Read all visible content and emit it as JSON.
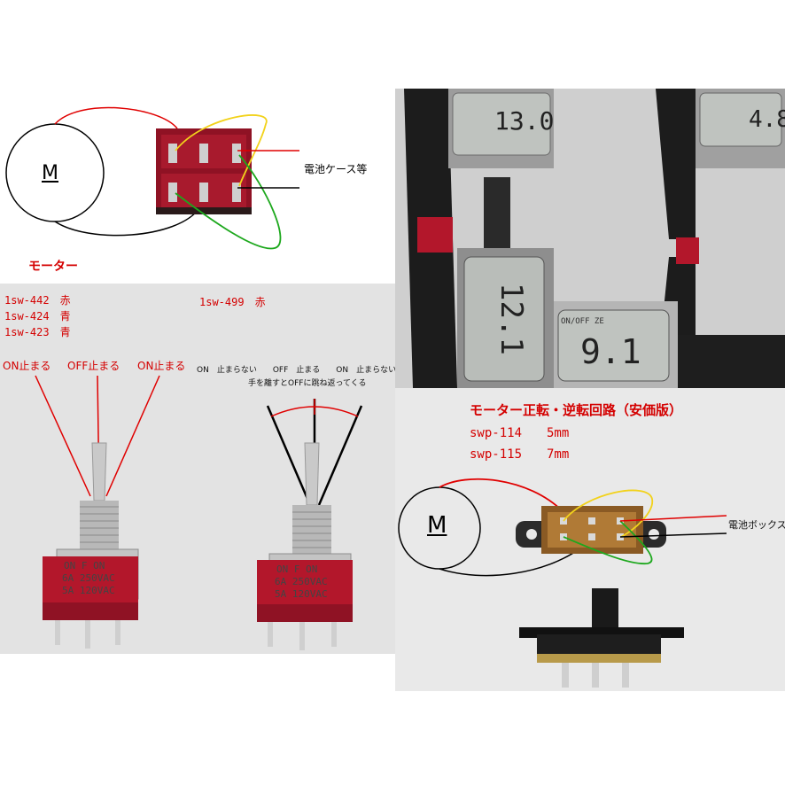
{
  "top_left": {
    "motor_label": "M",
    "battery_label": "電池ケース等",
    "motor_caption": "モーター"
  },
  "left_panel": {
    "line1": "1sw-442　赤",
    "line2": "1sw-424　青",
    "line3": "1sw-423　青",
    "pos_on_left": "ON止まる",
    "pos_off": "OFF止まる",
    "pos_on_right": "ON止まる",
    "switch_marking_1": "ON   F   ON",
    "switch_marking_2": "6A 250VAC",
    "switch_marking_3": "5A 120VAC"
  },
  "middle_panel": {
    "model": "1sw-499　赤",
    "positions": "ON　止まらない　　OFF　止まる　　ON　止まらない",
    "note": "手を離すとOFFに跳ね返ってくる",
    "switch_marking_1": "ON   F   ON",
    "switch_marking_2": "6A 250VAC",
    "switch_marking_3": "5A 120VAC"
  },
  "calipers": {
    "reading_1": "13.0",
    "reading_2": "4.8",
    "reading_3": "12.1",
    "reading_4": "9.1",
    "brand_text": "ON/OFF ZE"
  },
  "bottom_right": {
    "title": "モーター正転・逆転回路（安価版）",
    "row1": "swp-114　　5mm",
    "row2": "swp-115　　7mm",
    "motor_label": "M",
    "battery_label": "電池ボックス"
  },
  "colors": {
    "red_wire": "#e00000",
    "yellow_wire": "#f2d21b",
    "green_wire": "#1da81d",
    "switch_red": "#b3172b"
  }
}
